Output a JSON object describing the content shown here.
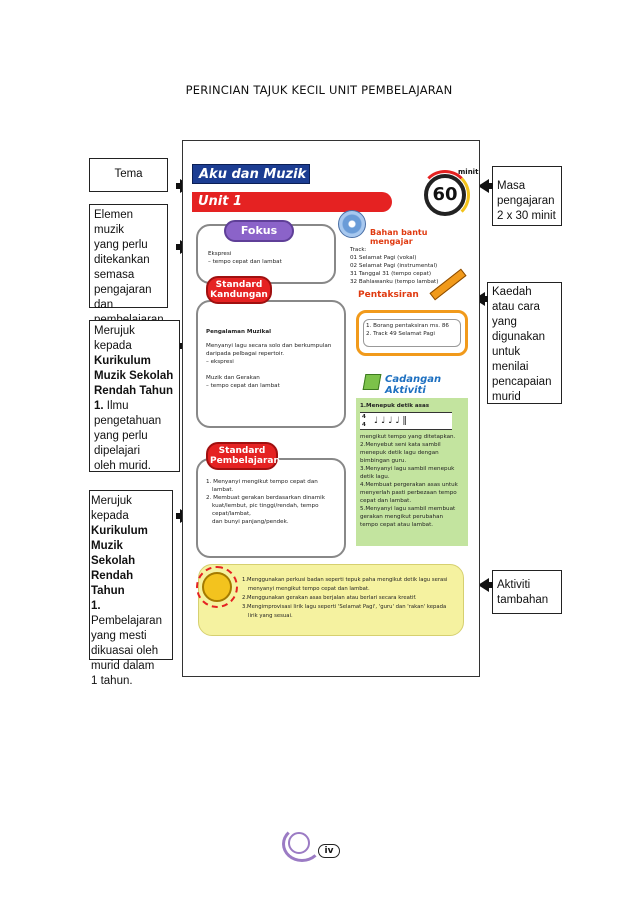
{
  "page": {
    "title": "PERINCIAN TAJUK KECIL UNIT PEMBELAJARAN",
    "page_number": "iv"
  },
  "callouts": {
    "tema": "Tema",
    "elemen_muzik": [
      "Elemen muzik",
      "yang perlu",
      "ditekankan",
      "semasa",
      "pengajaran",
      "dan",
      "pembelajaran"
    ],
    "kurikulum_1": {
      "line1": "Merujuk",
      "line2": "kepada",
      "bold1": "Kurikulum",
      "bold2": "Muzik Sekolah",
      "bold3": "Rendah Tahun",
      "bold4": "1.",
      "rest1": " Ilmu",
      "rest2": "pengetahuan",
      "rest3": "yang perlu",
      "rest4": "dipelajari",
      "rest5": "oleh murid."
    },
    "kurikulum_2": {
      "line1": "Merujuk",
      "line2": "kepada",
      "bold1": "Kurikulum",
      "bold2": "Muzik Sekolah",
      "bold3": "Rendah Tahun",
      "bold4": "1.",
      "rest1": "Pembelajaran",
      "rest2": "yang mesti",
      "rest3": "dikuasai oleh",
      "rest4": "murid dalam",
      "rest5": "1 tahun."
    },
    "masa": [
      "Masa",
      "pengajaran",
      "2 x 30 minit"
    ],
    "kaedah": [
      "Kaedah",
      "atau cara",
      "yang",
      "digunakan",
      "untuk",
      "menilai",
      "pencapaian",
      "murid"
    ],
    "aktiviti": [
      "Aktiviti",
      "tambahan"
    ]
  },
  "sample": {
    "banner": "Aku dan Muzik",
    "unit": "Unit 1",
    "timer": "60",
    "timer_unit": "minit",
    "fokus": "Fokus",
    "fokus_items": [
      "Ekspresi",
      "– tempo cepat dan lambat"
    ],
    "bahan": "Bahan bantu mengajar",
    "track_title": "Track:",
    "tracks": [
      "01 Selamat Pagi (vokal)",
      "02 Selamat Pagi (instrumental)",
      "31 Tanggal 31 (tempo cepat)",
      "32 Bahlawanku (tempo lambat)"
    ],
    "standard_kandungan": [
      "Standard",
      "Kandungan"
    ],
    "kandungan_heading": "Pengalaman Muzikal",
    "kandungan_items": [
      "Menyanyi lagu secara solo dan berkumpulan",
      "daripada pelbagai repertoir.",
      "– ekspresi",
      "",
      "Muzik dan Gerakan",
      "– tempo cepat dan lambat"
    ],
    "pentaksiran": "Pentaksiran",
    "pentaksiran_items": [
      "1. Borang pentaksiran ms. 86",
      "2. Track 49 Selamat Pagi"
    ],
    "cadangan": "Cadangan Aktiviti",
    "cadangan_items": [
      "1.Menepuk detik asas",
      "",
      "",
      "",
      "mengikut tempo yang ditetapkan.",
      "2.Menyebut seni kata sambil",
      "menepuk detik lagu dengan",
      "bimbingan guru.",
      "3.Menyanyi lagu sambil menepuk",
      "detik lagu.",
      "4.Membuat pergerakan asas untuk",
      "menyerlah pasti perbezaan tempo",
      "cepat dan lambat.",
      "5.Menyanyi lagu sambil membuat",
      "gerakan mengikut perubahan",
      "tempo cepat atau lambat."
    ],
    "time_signature": [
      "4",
      "4"
    ],
    "notes": "♩ ♩ ♩ ♩ ‖",
    "standard_pembelajaran": [
      "Standard",
      "Pembelajaran"
    ],
    "pembelajaran_items": [
      "1. Menyanyi mengikut tempo cepat dan",
      "lambat.",
      "2. Membuat gerakan berdasarkan dinamik",
      "kuat/lembut, pic tinggi/rendah, tempo",
      "cepat/lambat,",
      "dan bunyi panjang/pendek."
    ],
    "ideas": [
      "1.Menggunakan perkusi badan seperti tepuk paha mengikut detik lagu serasi",
      "menyanyi mengikut tempo cepat dan lambat.",
      "2.Menggunakan gerakan asas berjalan atau berlari secara kreatif.",
      "3.Mengimprovisasi lirik lagu seperti 'Selamat Pagi', 'guru' dan 'rakan' kepada",
      "lirik yang sesuai."
    ]
  }
}
